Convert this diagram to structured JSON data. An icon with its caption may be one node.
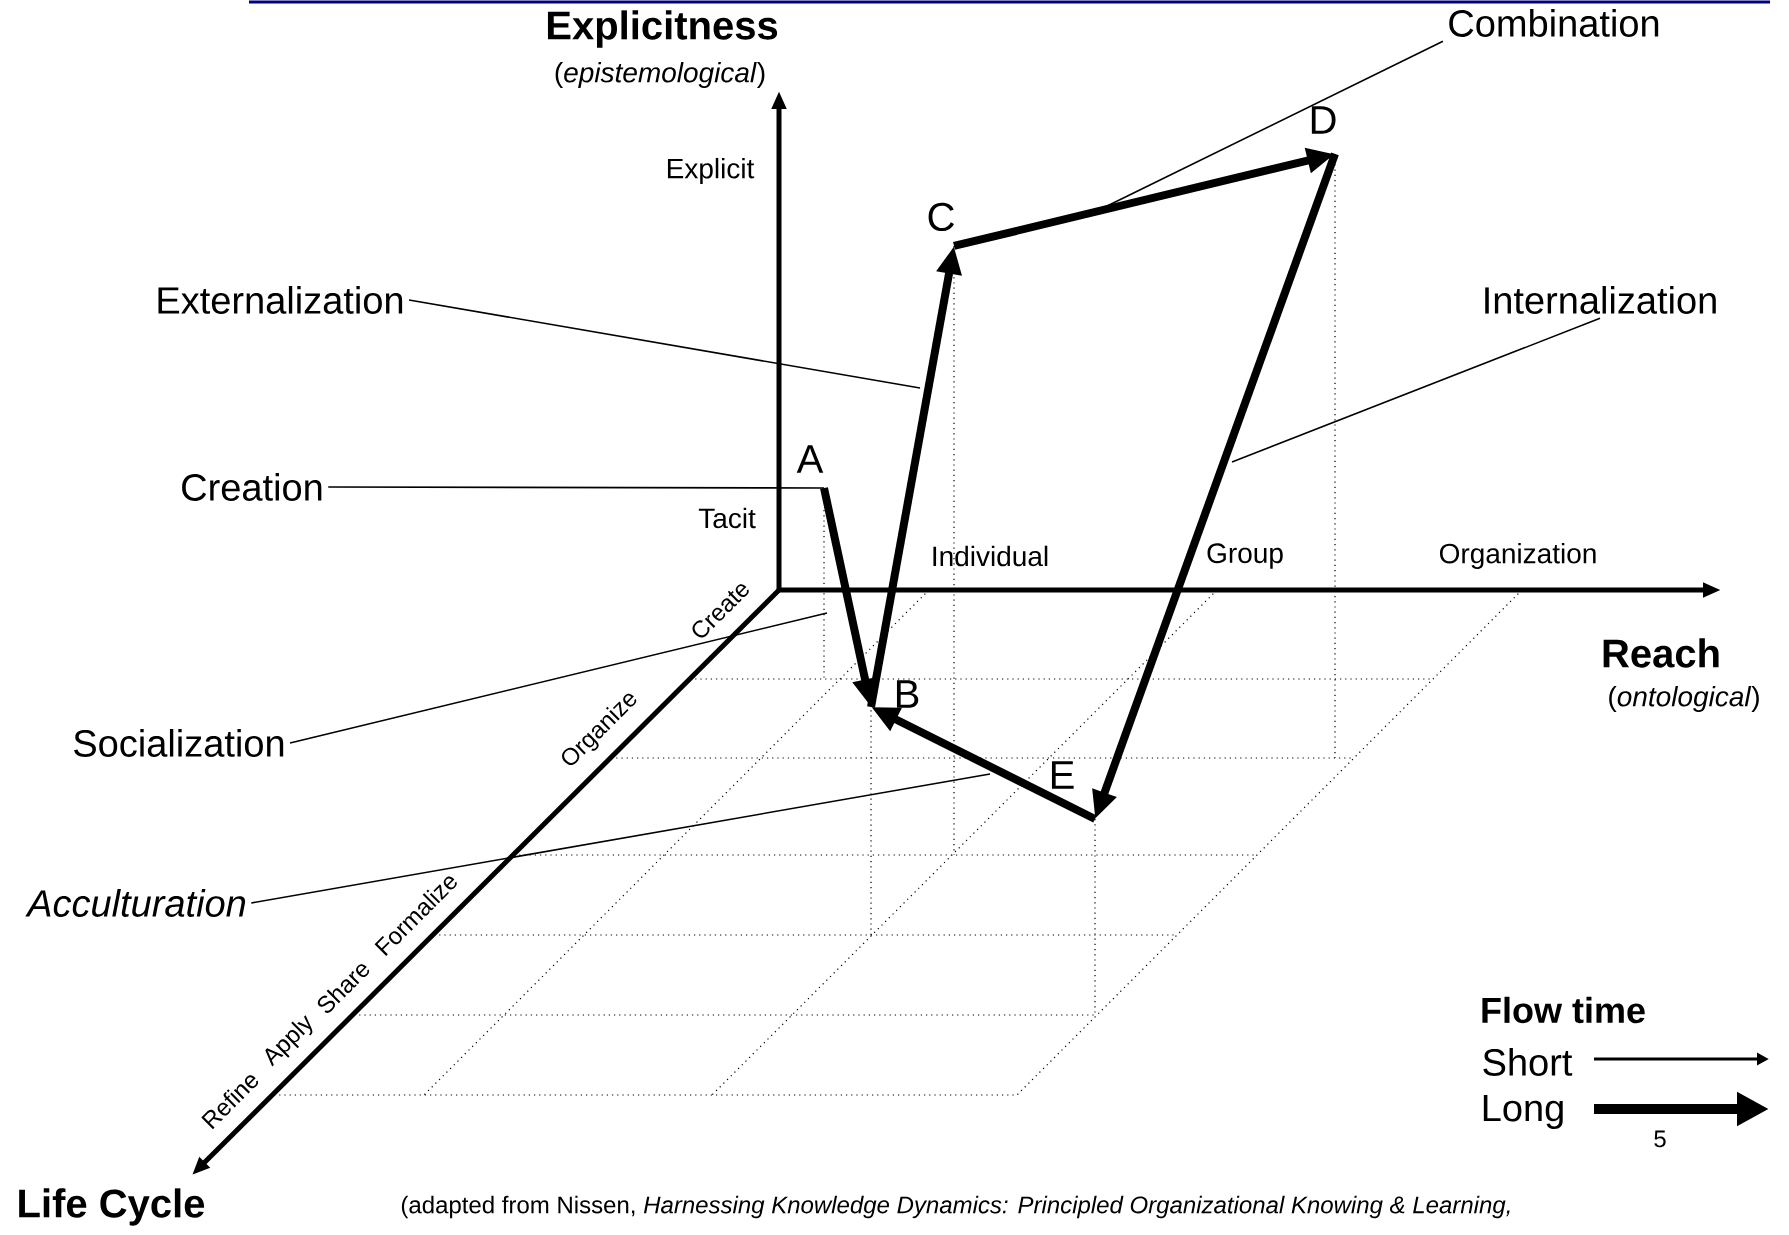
{
  "diagram": {
    "caption": "(adapted from Nissen, *Harnessing Knowledge Dynamics: Principled Organizational Knowing & Learning,*",
    "nodes": [
      {
        "text": [
          "Externalization"
        ]
      },
      {
        "text": [
          "Creation"
        ]
      },
      {
        "text": [
          "Socialization"
        ]
      },
      {
        "text": [
          "Acculturation"
        ]
      },
      {
        "text": [
          "Combination"
        ]
      },
      {
        "text": [
          "Internalization"
        ]
      },
      {
        "text": [
          "A"
        ]
      },
      {
        "text": [
          "B"
        ]
      },
      {
        "text": [
          "C"
        ]
      },
      {
        "text": [
          "D"
        ]
      },
      {
        "text": [
          "E"
        ]
      }
    ],
    "edges": [
      {
        "from": 6,
        "to": 7,
        "arrow": "to",
        "style": "thick"
      },
      {
        "from": 7,
        "to": 8,
        "arrow": "to",
        "style": "thick"
      },
      {
        "from": 8,
        "to": 9,
        "arrow": "to",
        "style": "thick"
      },
      {
        "from": 9,
        "to": 10,
        "arrow": "to",
        "style": "thick"
      },
      {
        "from": 10,
        "to": 7,
        "arrow": "to",
        "style": "thick"
      },
      {
        "from": 0,
        "to": null,
        "arrow": "none"
      },
      {
        "from": 1,
        "to": 6,
        "arrow": "none"
      },
      {
        "from": 2,
        "to": null,
        "arrow": "none"
      },
      {
        "from": 3,
        "to": null,
        "arrow": "none"
      },
      {
        "from": 4,
        "to": null,
        "arrow": "none"
      },
      {
        "from": 5,
        "to": null,
        "arrow": "none"
      }
    ],
    "labels": [
      "Explicitness",
      "(*epistemological*)",
      "Explicit",
      "Tacit",
      "Individual",
      "Group",
      "Organization",
      "Reach",
      "(*ontological*)",
      "Refine",
      "Apply",
      "Share",
      "Formalize",
      "Organize",
      "Create",
      "Flow time",
      "5",
      "Life Cycle"
    ],
    "legend": [
      {
        "text": "Short"
      },
      {
        "text": "Long"
      }
    ]
  }
}
